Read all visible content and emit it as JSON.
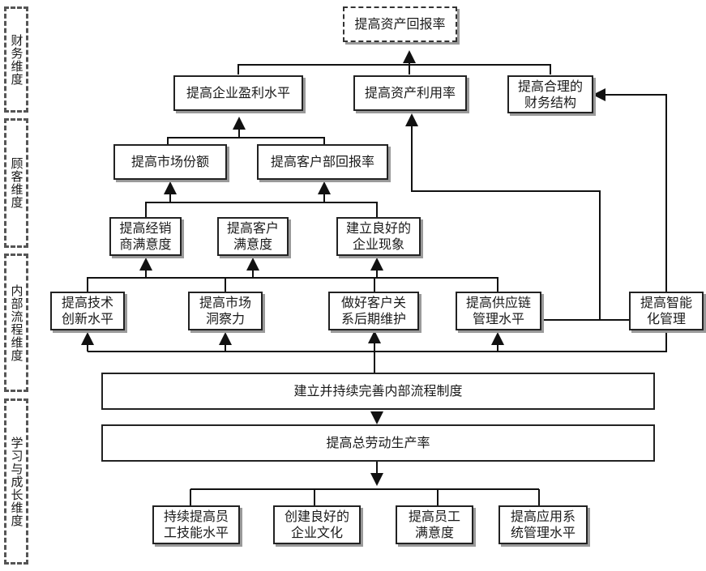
{
  "dimensions": [
    {
      "label": "财务维度"
    },
    {
      "label": "顾客维度"
    },
    {
      "label": "内部流程维度"
    },
    {
      "label": "学习与成长维度"
    }
  ],
  "nodes": {
    "top": "提高资产回报率",
    "profit": "提高企业盈利水平",
    "asset_use": "提高资产利用率",
    "fin_struct": "提高合理的\n财务结构",
    "market_share": "提高市场份额",
    "customer_return": "提高客户部回报率",
    "dealer_sat": "提高经销\n商满意度",
    "customer_sat": "提高客户\n满意度",
    "image": "建立良好的\n企业现象",
    "tech": "提高技术\n创新水平",
    "insight": "提高市场\n洞察力",
    "crm": "做好客户关\n系后期维护",
    "supply": "提高供应链\n管理水平",
    "smart": "提高智能\n化管理",
    "process": "建立并持续完善内部流程制度",
    "labor": "提高总劳动生产率",
    "skills": "持续提高员\n工技能水平",
    "culture": "创建良好的\n企业文化",
    "staff_sat": "提高员工\n满意度",
    "app_sys": "提高应用系\n统管理水平"
  }
}
